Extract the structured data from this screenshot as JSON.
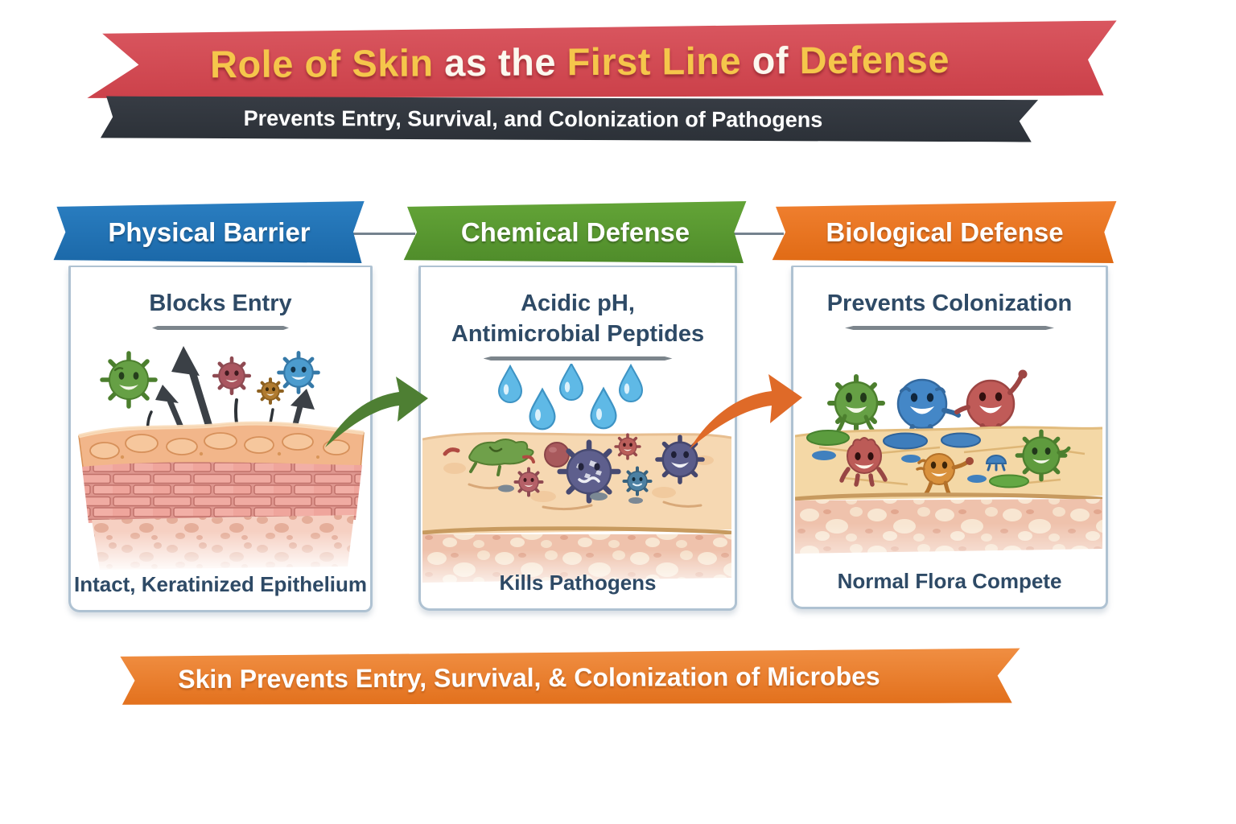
{
  "title": {
    "segments": [
      "Role of Skin",
      " as the ",
      "First Line",
      " of ",
      "Defense"
    ],
    "segment_colors": [
      "#F5C64B",
      "#FCF8EF",
      "#F5C64B",
      "#FCF8EF",
      "#F5C64B"
    ]
  },
  "subtitle": {
    "text": "Prevents Entry, Survival, and Colonization of Pathogens"
  },
  "panels": [
    {
      "header": "Physical Barrier",
      "header_color": "#1F72B5",
      "caption": "Blocks Entry",
      "footnote": "Intact, Keratinized Epithelium",
      "illustration": "skin-cross-section-with-arrows-blocking-microbes"
    },
    {
      "header": "Chemical Defense",
      "header_color": "#58992F",
      "caption": "Acidic pH,",
      "caption_line2": "Antimicrobial Peptides",
      "footnote": "Kills Pathogens",
      "illustration": "antimicrobial-droplets-dissolving-pathogens-on-skin"
    },
    {
      "header": "Biological Defense",
      "header_color": "#E8761F",
      "caption": "Prevents Colonization",
      "footnote": "Normal Flora Compete",
      "illustration": "friendly-normal-flora-colonies-on-skin"
    }
  ],
  "footer": {
    "text": "Skin Prevents Entry, Survival, & Colonization of Microbes"
  },
  "icons": {
    "panel_1": [
      "green-microbe-icon",
      "maroon-microbe-icon",
      "brown-microbe-icon",
      "blue-microbe-icon",
      "blocked-arrow-icon",
      "hair-icon",
      "skin-cross-section-illustration"
    ],
    "panel_2": [
      "droplet-icon",
      "green-dissolving-pathogen-icon",
      "purple-virus-icon",
      "red-virus-icon",
      "blue-virus-icon",
      "skin-layer-illustration"
    ],
    "panel_3": [
      "green-flora-icon",
      "blue-flora-icon",
      "red-flora-icon",
      "orange-flora-icon",
      "colony-disc-icon",
      "skin-layer-illustration"
    ],
    "flow": [
      "flow-arrow-green-icon",
      "flow-arrow-orange-icon"
    ]
  },
  "colors": {
    "title_banner_red": "#CE4650",
    "title_yellow": "#F5C64B",
    "title_white": "#FCF8EF",
    "subtitle_banner_dark": "#31363D",
    "physical_blue": "#1F72B5",
    "chemical_green": "#58992F",
    "biological_orange": "#E8761F",
    "footer_orange": "#E87E2B",
    "panel_label_text": "#2E4A66",
    "panel_border": "#AFC2D2",
    "arrow_green": "#4E7F33",
    "arrow_orange": "#DF6A28",
    "blocked_arrow_dark": "#3B4046",
    "droplet_blue": "#5FB9E6"
  }
}
